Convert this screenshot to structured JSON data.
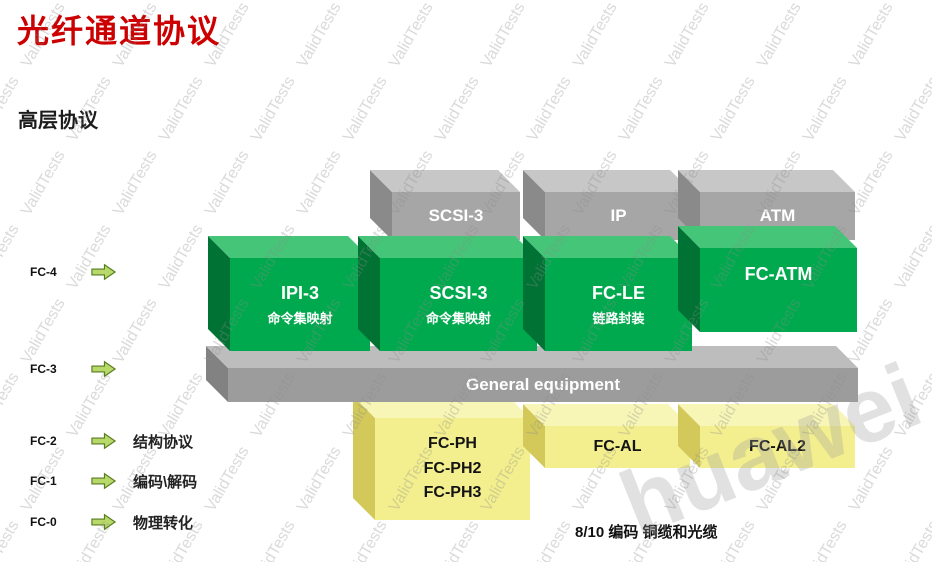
{
  "title": "光纤通道协议",
  "subtitle": "高层协议",
  "watermark": {
    "text": "ValidTests",
    "brand": "huawei"
  },
  "icons": {
    "layer_arrow": "right-arrow ⇨"
  },
  "colors": {
    "title_red": "#cc0000",
    "green_front": "#00a94e",
    "green_top": "#45c578",
    "green_side": "#007233",
    "gray_front": "#a6a6a6",
    "gray_top": "#c7c7c7",
    "gray_side": "#8a8a8a",
    "yellow_front": "#f3ef8e",
    "yellow_top": "#f8f6b6",
    "yellow_side": "#d2c95a",
    "arrow_green": "#b8d96a"
  },
  "layer_labels": [
    {
      "id": "FC-4",
      "note": ""
    },
    {
      "id": "FC-3",
      "note": ""
    },
    {
      "id": "FC-2",
      "note": "结构协议"
    },
    {
      "id": "FC-1",
      "note": "编码\\解码"
    },
    {
      "id": "FC-0",
      "note": "物理转化"
    }
  ],
  "upper_boxes": [
    {
      "label": "SCSI-3"
    },
    {
      "label": "IP"
    },
    {
      "label": "ATM"
    }
  ],
  "fc4_boxes": [
    {
      "label": "IPI-3",
      "sublabel": "命令集映射"
    },
    {
      "label": "SCSI-3",
      "sublabel": "命令集映射"
    },
    {
      "label": "FC-LE",
      "sublabel": "链路封装"
    },
    {
      "label": "FC-ATM",
      "sublabel": ""
    }
  ],
  "platform_label": "General equipment",
  "lower_boxes": [
    {
      "lines": [
        "FC-PH",
        "FC-PH2",
        "FC-PH3"
      ]
    },
    {
      "lines": [
        "FC-AL"
      ]
    },
    {
      "lines": [
        "FC-AL2"
      ]
    }
  ],
  "footnote": "8/10 编码 铜缆和光缆"
}
